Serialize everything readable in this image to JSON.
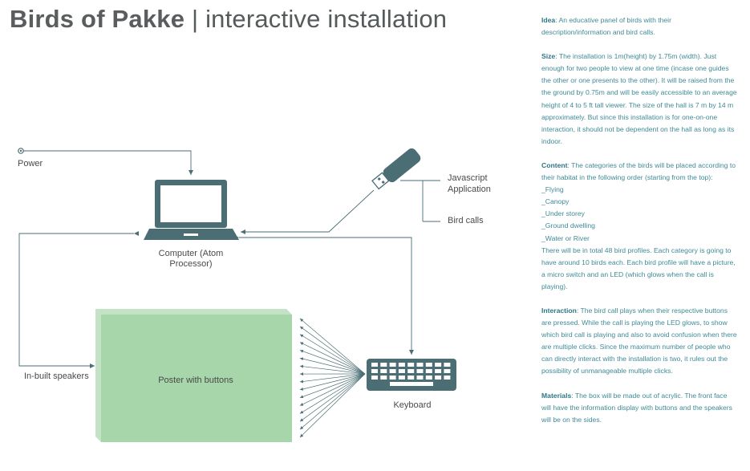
{
  "title": {
    "bold": "Birds of Pakke",
    "separator": " | ",
    "rest": "interactive installation"
  },
  "diagram": {
    "power_label": "Power",
    "computer_label_1": "Computer (Atom",
    "computer_label_2": "Processor)",
    "javascript_label_1": "Javascript",
    "javascript_label_2": "Application",
    "bird_calls_label": "Bird calls",
    "speakers_label": "In-built speakers",
    "poster_label": "Poster with buttons",
    "keyboard_label": "Keyboard",
    "colors": {
      "poster_front": "#a6d6a9",
      "poster_side": "#c4e2c6",
      "device": "#4b6e74",
      "line": "#4b6e74"
    }
  },
  "description": {
    "idea_label": "Idea",
    "idea_text": ": An educative panel of birds with their description/information and bird calls.",
    "size_label": "Size",
    "size_text": ": The installation is 1m(height) by 1.75m (width). Just enough for two people to view at one time (incase one guides the other or one presents to the other). It will be raised from the the ground by 0.75m and will be easily accessible to an average height of 4 to 5 ft tall viewer. The size of the hall is 7 m by 14 m approximately. But since this installation is for one-on-one interaction, it should not be dependent on the hall as long as its indoor.",
    "content_label": "Content",
    "content_text": ": The categories of the birds will be placed according to their habitat in the following order (starting from the top):",
    "categories": [
      "_Flying",
      "_Canopy",
      "_Under storey",
      "_Ground dwelling",
      "_Water or River"
    ],
    "content_text_2": "There will be in total 48 bird profiles. Each category is going to have around 10 birds each. Each bird profile will have a picture, a micro switch and an LED (which glows when the call is playing).",
    "interaction_label": "Interaction",
    "interaction_text": ": The bird call plays when their respective buttons are pressed. While the call is playing the LED glows, to show which bird call is playing and also to avoid confusion when there are multiple clicks. Since the maximum number of people who can directly interact with the installation is two, it rules out the possibility of unmanageable multiple clicks.",
    "materials_label": "Materials",
    "materials_text": ": The box will be made out of acrylic. The front face will have the information display with buttons and the speakers will be on the sides."
  }
}
